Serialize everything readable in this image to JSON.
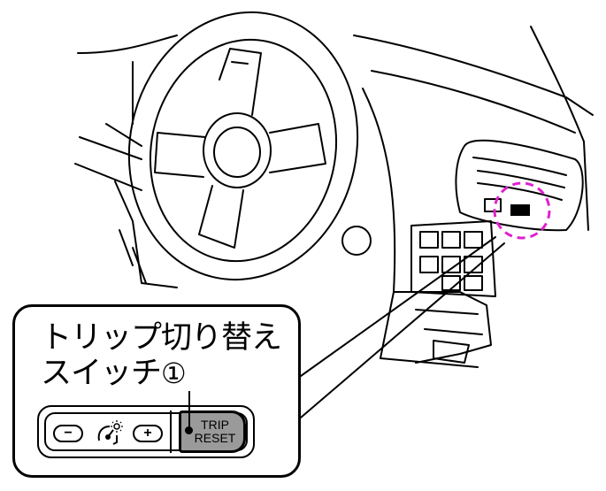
{
  "callout": {
    "title_line1": "トリップ切り替え",
    "title_line2": "スイッチ",
    "number": "①",
    "switch": {
      "minus_label": "−",
      "plus_label": "+",
      "trip_label_line1": "TRIP",
      "trip_label_line2": "RESET",
      "trip_color": "#9a9a9a"
    }
  },
  "highlight": {
    "color": "#e020d0"
  }
}
